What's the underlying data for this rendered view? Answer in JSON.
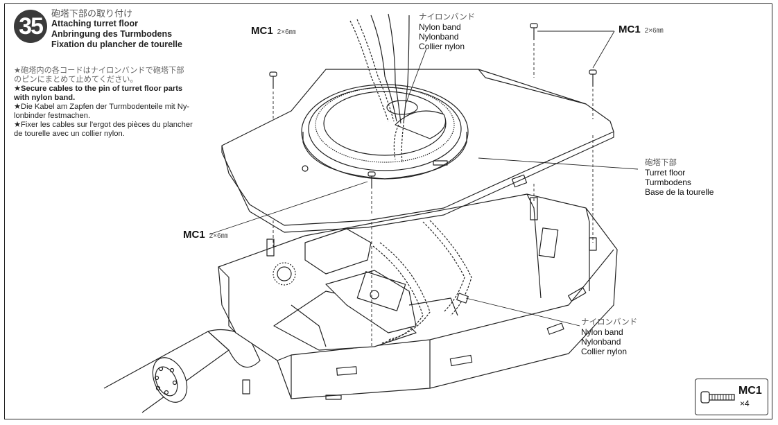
{
  "step": {
    "number": "35",
    "title_jp": "砲塔下部の取り付け",
    "title_en": "Attaching turret floor",
    "title_de": "Anbringung des Turmbodens",
    "title_fr": "Fixation du plancher de tourelle"
  },
  "notes": {
    "jp_line1": "★砲塔内の各コードはナイロンバンドで砲塔下部",
    "jp_line2": "のピンにまとめて止めてください。",
    "en_line1": "★Secure cables to the pin of turret floor parts",
    "en_line2": "with nylon band.",
    "de_line1": "★Die Kabel am Zapfen der Turmbodenteile mit Ny-",
    "de_line2": "lonbinder festmachen.",
    "fr_line1": "★Fixer les cables sur l'ergot des pièces du plancher",
    "fr_line2": "de tourelle avec un collier nylon."
  },
  "callouts": {
    "nylon_top": {
      "jp": "ナイロンバンド",
      "en": "Nylon band",
      "de": "Nylonband",
      "fr": "Collier nylon"
    },
    "nylon_bottom": {
      "jp": "ナイロンバンド",
      "en": "Nylon band",
      "de": "Nylonband",
      "fr": "Collier nylon"
    },
    "turret_floor": {
      "jp": "砲塔下部",
      "en": "Turret floor",
      "de": "Turmbodens",
      "fr": "Base de la tourelle"
    },
    "screw_left_top": {
      "code": "MC1",
      "size": "2×6㎜"
    },
    "screw_right_top": {
      "code": "MC1",
      "size": "2×6㎜"
    },
    "screw_left_mid": {
      "code": "MC1",
      "size": "2×6㎜"
    }
  },
  "parts_box": {
    "code": "MC1",
    "quantity": "×4"
  }
}
